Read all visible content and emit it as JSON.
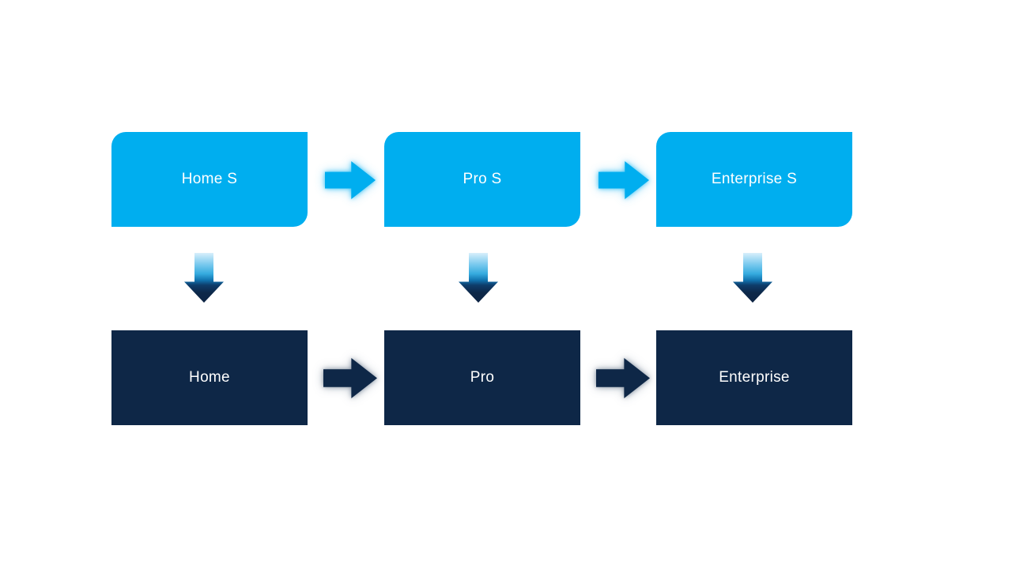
{
  "diagram": {
    "top_row": [
      {
        "label": "Home S"
      },
      {
        "label": "Pro S"
      },
      {
        "label": "Enterprise S"
      }
    ],
    "bottom_row": [
      {
        "label": "Home"
      },
      {
        "label": "Pro"
      },
      {
        "label": "Enterprise"
      }
    ],
    "colors": {
      "top_box_fill": "#00AEEF",
      "bottom_box_fill": "#0E2747",
      "label_text": "#FFFFFF",
      "canvas_background": "#FFFFFF",
      "down_arrow_gradient_top": "#D8EFFB",
      "down_arrow_gradient_mid": "#35ABDF",
      "down_arrow_gradient_bottom": "#0D2444"
    }
  }
}
